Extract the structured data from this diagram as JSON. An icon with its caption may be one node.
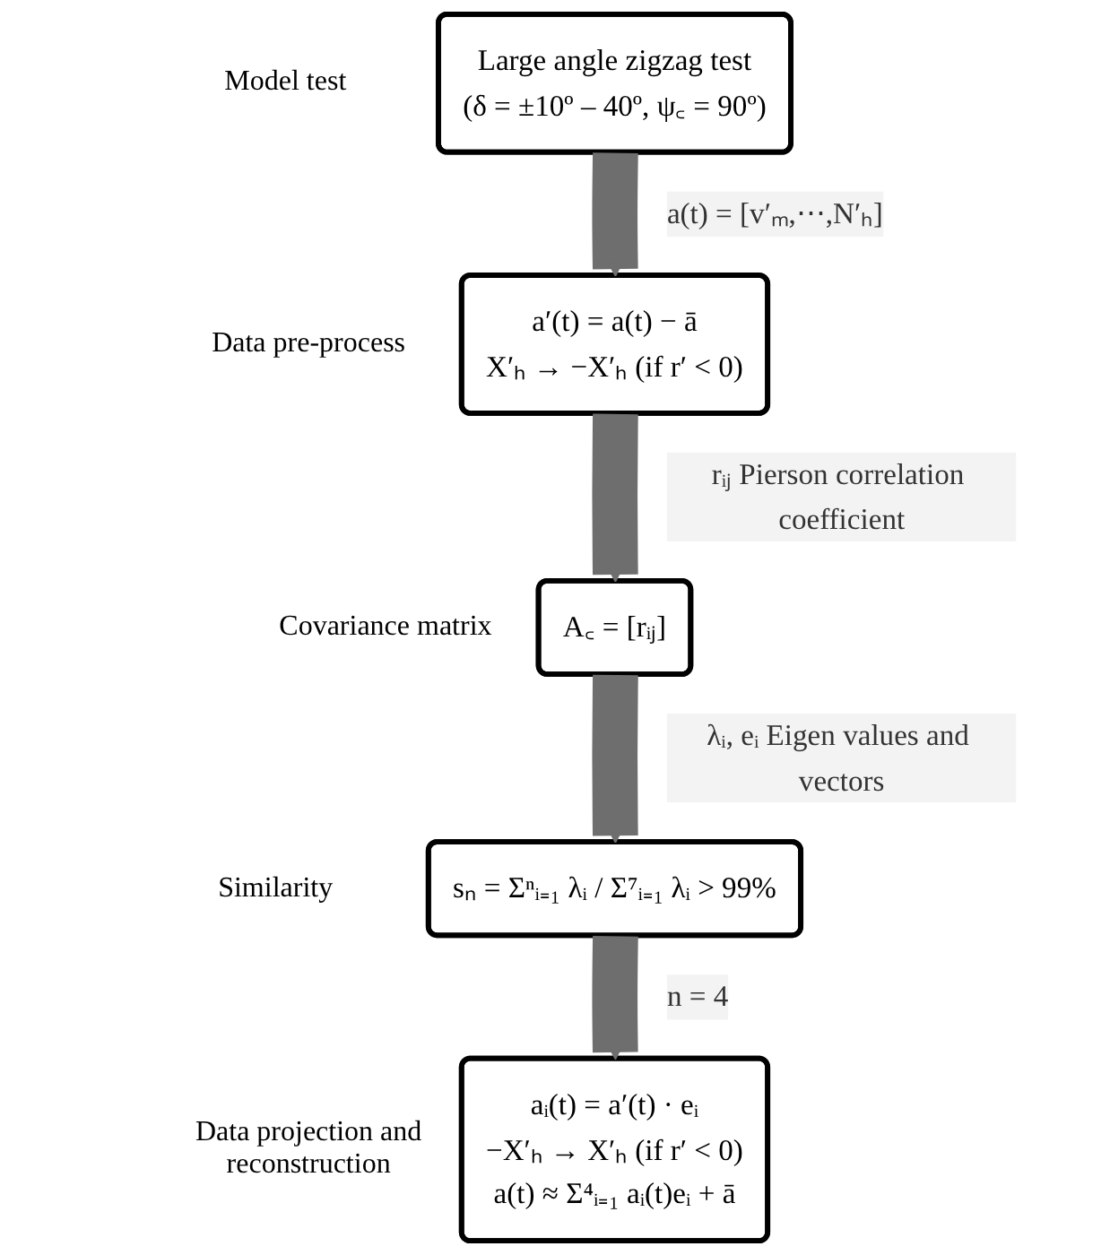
{
  "diagram": {
    "nodes": [
      {
        "text": [
          "Large angle zigzag test",
          "(δ = ±10º – 40º, ψ꜀ = 90º)"
        ],
        "beside": [
          "Model test"
        ]
      },
      {
        "text": [
          "a′(t) = a(t) − ā",
          "X′ₕ → −X′ₕ (if r′ < 0)"
        ],
        "beside": [
          "Data pre-process"
        ]
      },
      {
        "text": [
          "A꜀ = [rᵢⱼ]"
        ],
        "beside": [
          "Covariance matrix"
        ]
      },
      {
        "text": [
          "sₙ = Σⁿᵢ₌₁ λᵢ / Σ⁷ᵢ₌₁ λᵢ > 99%"
        ],
        "beside": [
          "Similarity"
        ]
      },
      {
        "text": [
          "aᵢ(t) = a′(t) · eᵢ",
          "−X′ₕ → X′ₕ (if r′ < 0)",
          "a(t) ≈ Σ⁴ᵢ₌₁ aᵢ(t)eᵢ + ā"
        ],
        "beside": [
          "Data projection and reconstruction"
        ]
      }
    ],
    "edges": [
      {
        "from": 0,
        "to": 1,
        "arrow": "to",
        "label": "a(t) = [v′ₘ,⋯,N′ₕ]"
      },
      {
        "from": 1,
        "to": 2,
        "arrow": "to",
        "label": "rᵢⱼ Pierson correlation coefficient"
      },
      {
        "from": 2,
        "to": 3,
        "arrow": "to",
        "label": "λᵢ, eᵢ Eigen values and vectors"
      },
      {
        "from": 3,
        "to": 4,
        "arrow": "to",
        "label": "n = 4"
      }
    ]
  }
}
